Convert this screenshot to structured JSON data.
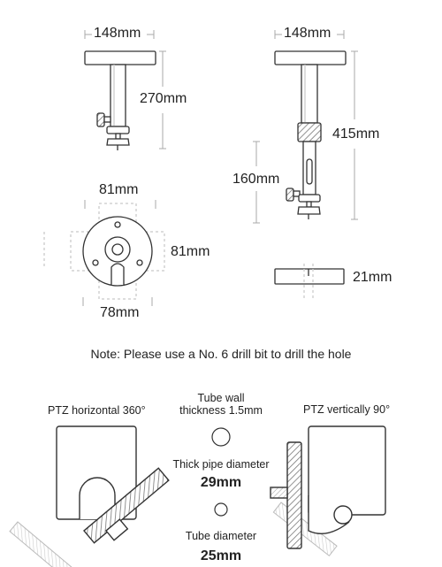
{
  "top": {
    "short_mount": {
      "width": "148mm",
      "height": "270mm"
    },
    "long_mount": {
      "width": "148mm",
      "height": "415mm",
      "min_height": "160mm"
    },
    "base_plate": {
      "width": "81mm",
      "height": "81mm",
      "outer": "78mm"
    },
    "side_plate": {
      "thickness": "21mm"
    }
  },
  "note": "Note: Please use a No. 6 drill bit to drill the hole",
  "bottom": {
    "ptz_horizontal": "PTZ horizontal 360°",
    "ptz_vertical": "PTZ vertically 90°",
    "tube_wall": "Tube wall\nthickness 1.5mm",
    "thick_pipe_label": "Thick pipe diameter",
    "thick_pipe_value": "29mm",
    "tube_label": "Tube diameter",
    "tube_value": "25mm"
  },
  "colors": {
    "line": "#333333",
    "dim_line": "#aaaaaa",
    "fill": "#ffffff",
    "knurl": "#888888"
  }
}
